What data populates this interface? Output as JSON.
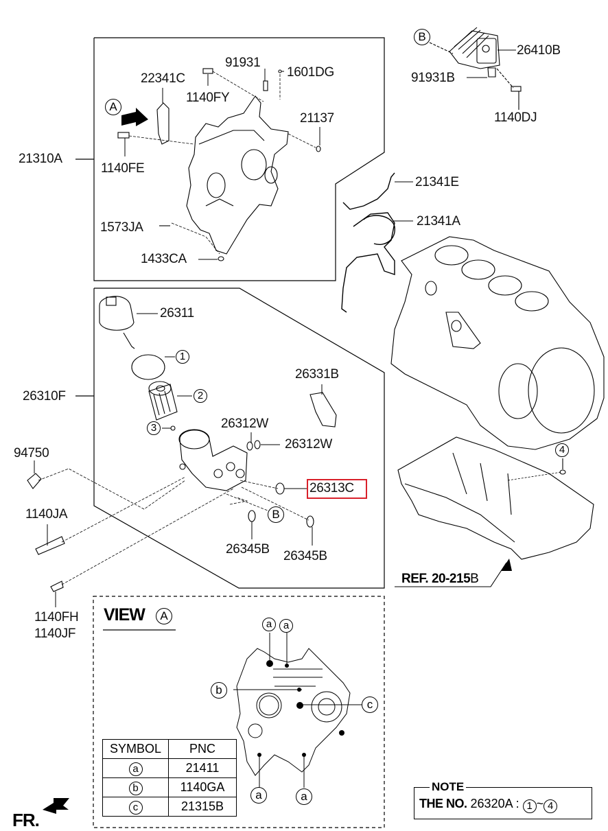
{
  "diagram": {
    "title": "Engine front cover / oil filter assembly parts diagram",
    "accent_color": "#d9202a",
    "upper_group": {
      "assembly_label": "21310A",
      "view_marker": "A",
      "parts": [
        "22341C",
        "91931",
        "1601DG",
        "1140FY",
        "21137",
        "1140FE",
        "1573JA",
        "1433CA"
      ]
    },
    "oil_cooler_group": {
      "marker": "B",
      "parts": [
        "26410B",
        "91931B",
        "1140DJ"
      ]
    },
    "gaskets": [
      "21341E",
      "21341A"
    ],
    "oil_filter_group": {
      "assembly_label": "26310F",
      "parts": [
        "26311",
        "26331B",
        "26312W",
        "26312W",
        "26313C",
        "26345B",
        "26345B"
      ],
      "highlighted_part": "26313C",
      "marker_b": "B",
      "callouts": [
        "1",
        "2",
        "3",
        "4"
      ]
    },
    "loose_parts": [
      "94750",
      "1140JA",
      "1140FH",
      "1140JF"
    ],
    "oil_pan_ref": {
      "prefix": "REF.",
      "number": "20-215",
      "suffix": "B"
    },
    "view_a": {
      "title": "VIEW",
      "marker": "A",
      "callouts": [
        "a",
        "a",
        "b",
        "c",
        "a",
        "a"
      ],
      "table": {
        "headers": [
          "SYMBOL",
          "PNC"
        ],
        "rows": [
          {
            "symbol": "a",
            "pnc": "21411"
          },
          {
            "symbol": "b",
            "pnc": "1140GA"
          },
          {
            "symbol": "c",
            "pnc": "21315B"
          }
        ]
      }
    },
    "note": {
      "title": "NOTE",
      "prefix": "THE NO.",
      "part": "26320A :",
      "range_start": "1",
      "range_sep": "~",
      "range_end": "4"
    },
    "front_indicator": "FR."
  }
}
